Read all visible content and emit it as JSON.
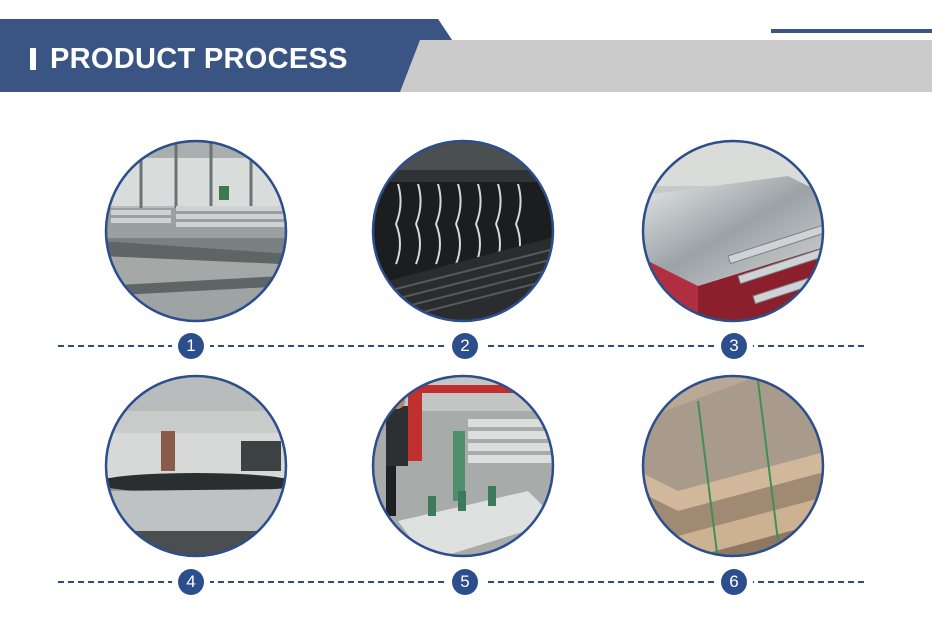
{
  "header": {
    "title": "PRODUCT PROCESS",
    "colors": {
      "dark": "#3a5583",
      "light": "#cbcbcb",
      "accent_line": "#3a5583"
    }
  },
  "steps": [
    {
      "number": "1",
      "image": "warehouse-stacked-aluminum-plates"
    },
    {
      "number": "2",
      "image": "production-line-machinery"
    },
    {
      "number": "3",
      "image": "aluminum-sheet-on-rollers"
    },
    {
      "number": "4",
      "image": "sheet-cutting-machine"
    },
    {
      "number": "5",
      "image": "worker-vacuum-lifter-loading"
    },
    {
      "number": "6",
      "image": "strapped-plate-bundles-on-pallets"
    }
  ],
  "colors": {
    "ring": "#2d4e8d",
    "badge": "#2d4e8d",
    "dash": "#2c4a86"
  }
}
